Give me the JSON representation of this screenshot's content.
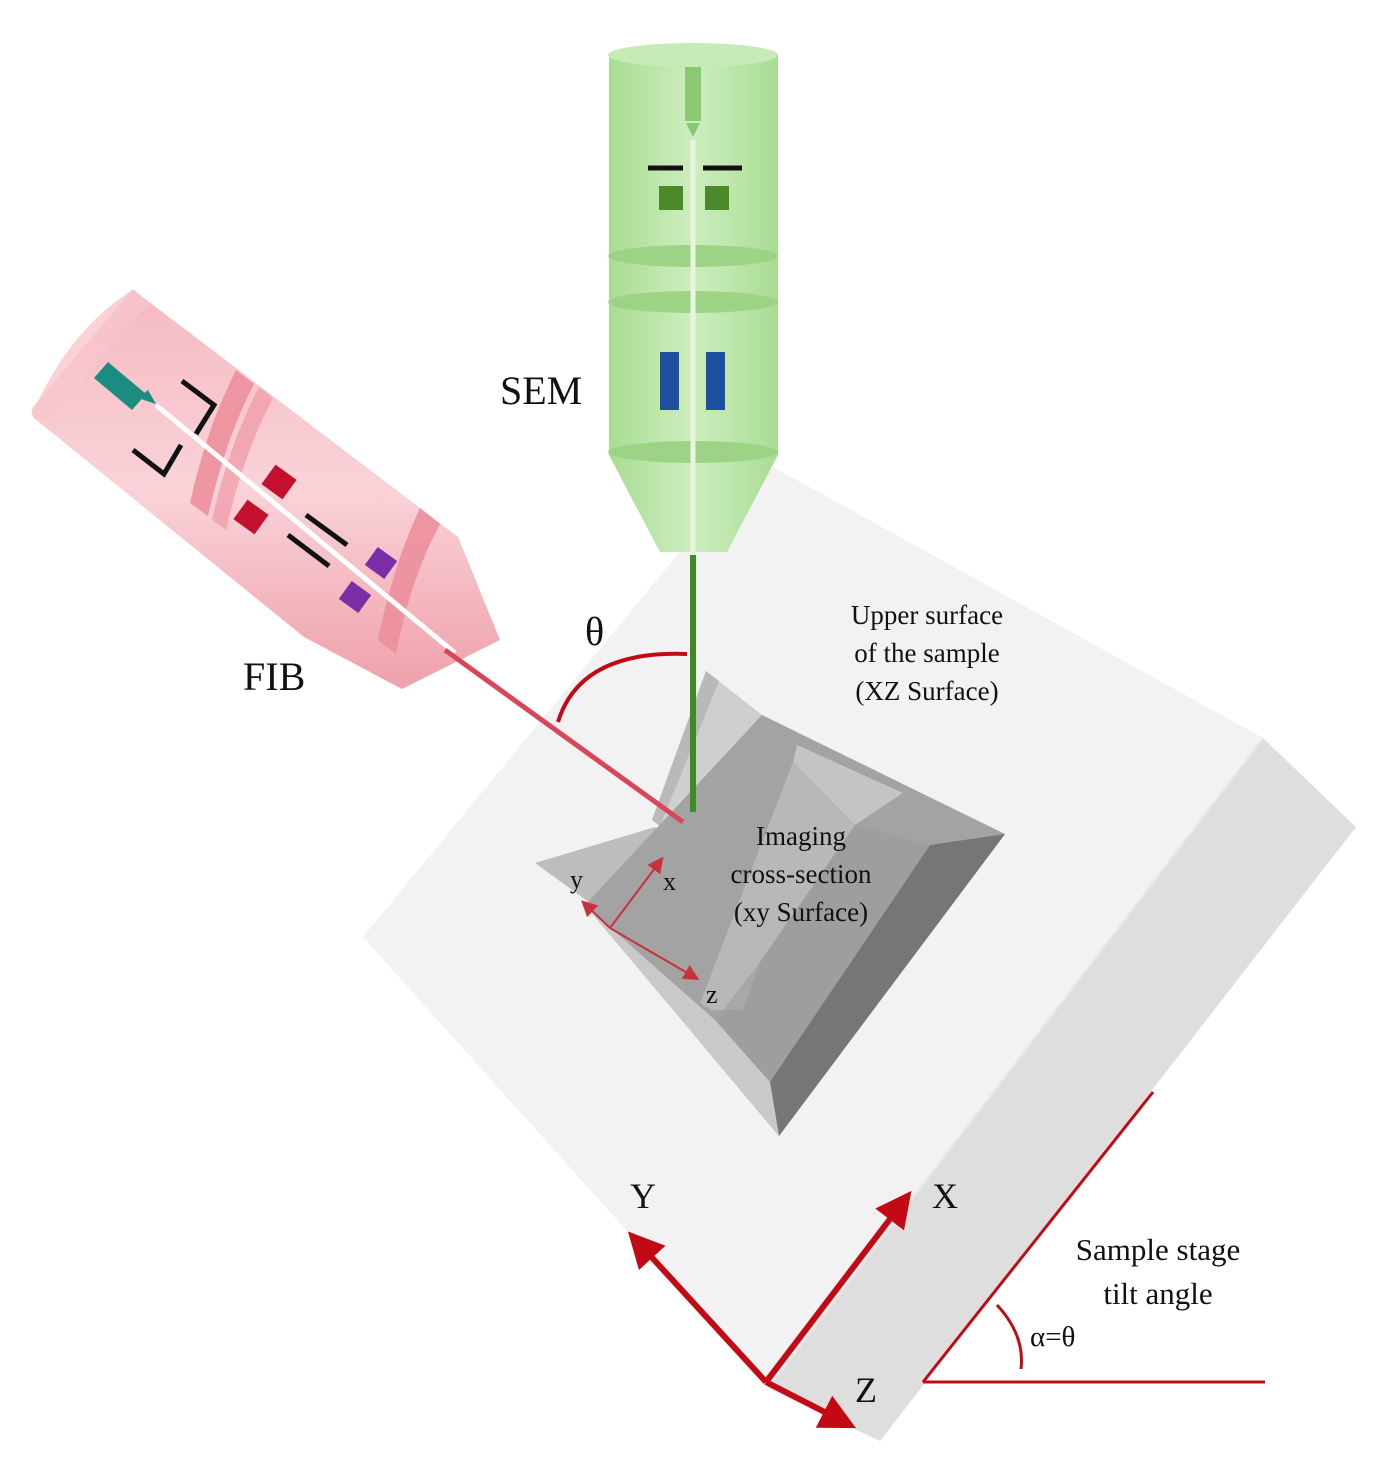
{
  "labels": {
    "sem": "SEM",
    "fib": "FIB",
    "theta": "θ",
    "upper_surface": [
      "Upper surface",
      "of the sample",
      "(XZ Surface)"
    ],
    "cross_section": [
      "Imaging",
      "cross-section",
      "(xy Surface)"
    ],
    "local_axes": {
      "x": "x",
      "y": "y",
      "z": "z"
    },
    "global_axes": {
      "X": "X",
      "Y": "Y",
      "Z": "Z"
    },
    "tilt": [
      "Sample stage",
      "tilt angle"
    ],
    "alpha": "α=θ"
  },
  "colors": {
    "sem_body": "#b5e2a2",
    "sem_beam": "#3e8a25",
    "fib_body": "#f3aab3",
    "fib_beam": "#d9465a",
    "emitter_fib": "#1b8c80",
    "lens_red": "#c3102f",
    "lens_purple": "#7a2ea5",
    "lens_blue": "#1f4fa0",
    "lens_green": "#4a8a2b",
    "sample_top": "#f2f2f2",
    "sample_side": "#dedede",
    "trench": "#a3a3a3",
    "axis_red": "#c30a14"
  }
}
